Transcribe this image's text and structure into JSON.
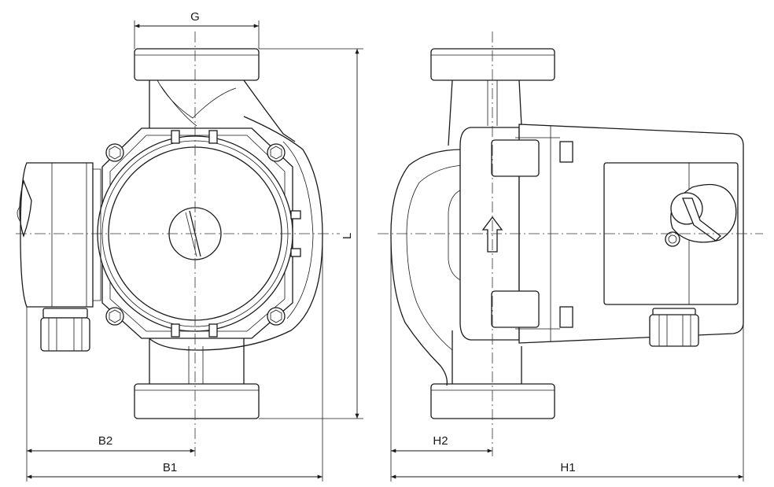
{
  "diagram": {
    "labels": {
      "G": "G",
      "L": "L",
      "B1": "B1",
      "B2": "B2",
      "H1": "H1",
      "H2": "H2"
    },
    "colors": {
      "line": "#1a1a1a",
      "background": "#ffffff"
    }
  }
}
